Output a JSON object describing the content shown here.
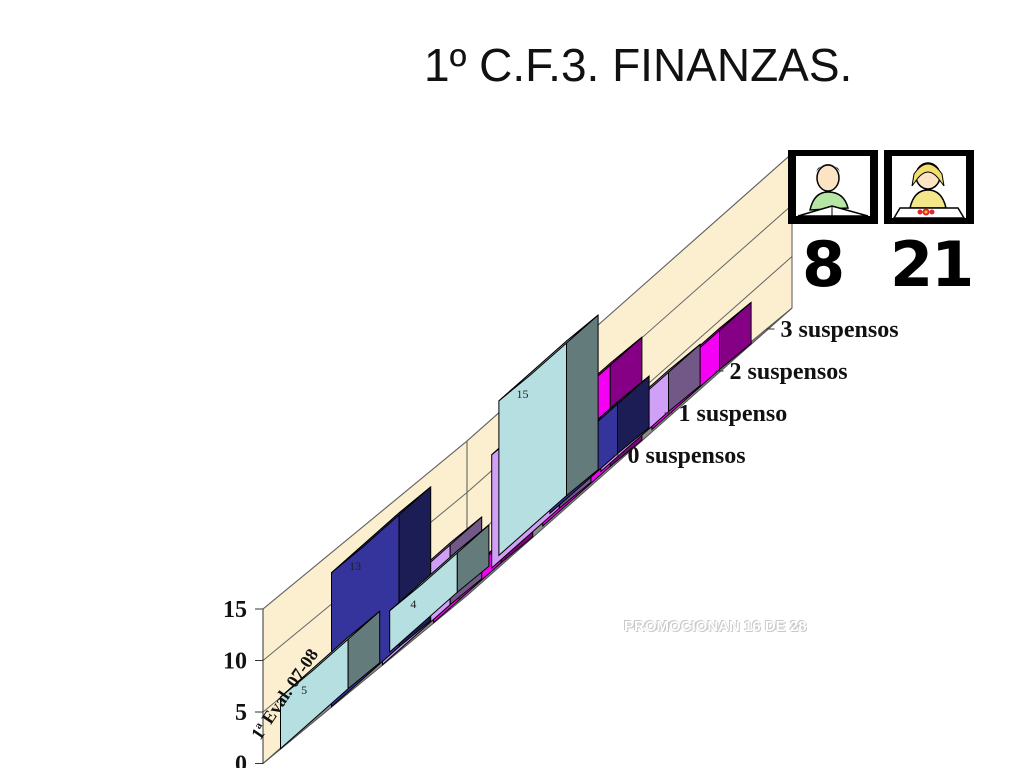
{
  "title": "1º C.F.3. FINANZAS.",
  "footnote": "PROMOCIONAN 16 DE 28",
  "counts": {
    "boy": "8",
    "girl": "21"
  },
  "icons": {
    "boy": "boy-studying-icon",
    "girl": "girl-drawing-icon"
  },
  "chart_data": {
    "type": "bar",
    "category_label": "1ª Eval. 07-08",
    "series": [
      {
        "name": "0 suspensos",
        "values": [
          5,
          4,
          15
        ],
        "color": "#b6dfe2"
      },
      {
        "name": "1 suspenso",
        "values": [
          13,
          0,
          5
        ],
        "color": "#34349c"
      },
      {
        "name": "2 suspensos",
        "values": [
          6,
          11,
          4
        ],
        "color": "#cfa0f5"
      },
      {
        "name": "3 suspensos",
        "values": [
          2,
          10,
          4
        ],
        "color": "#f400f4"
      }
    ],
    "yticks": [
      0,
      5,
      10,
      15
    ],
    "ylim": [
      0,
      15
    ],
    "wall_color": "#fbefd0"
  }
}
